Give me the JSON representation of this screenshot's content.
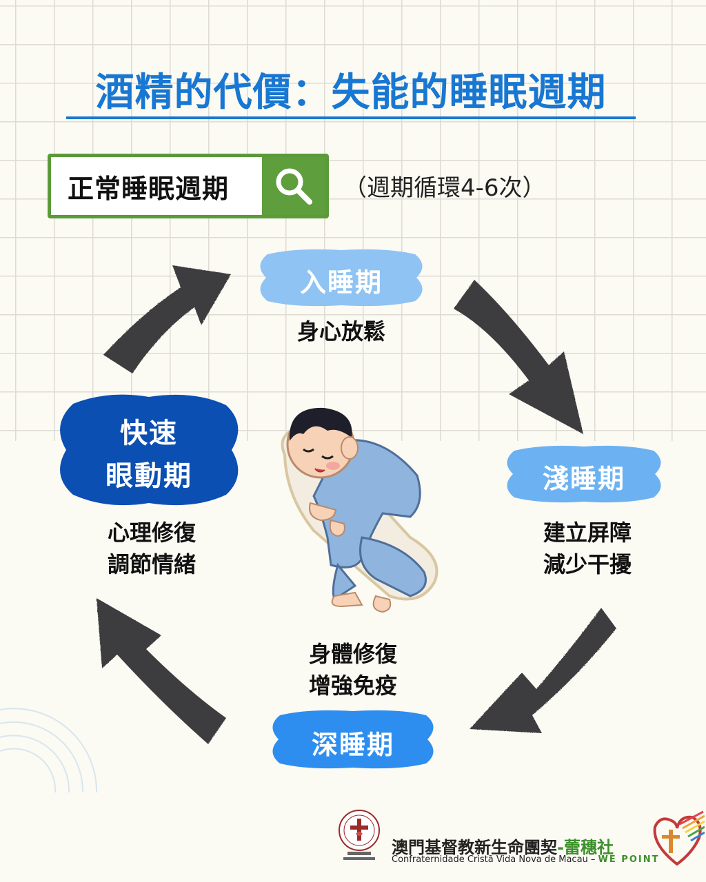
{
  "title": "酒精的代價：失能的睡眠週期",
  "search": {
    "label": "正常睡眠週期",
    "icon": "search-icon"
  },
  "cycle_note": "（週期循環4-6次）",
  "stages": {
    "sleep_onset": {
      "label": "入睡期",
      "caption": [
        "身心放鬆"
      ],
      "color": "#8ec3f3"
    },
    "light_sleep": {
      "label": "淺睡期",
      "caption": [
        "建立屏障",
        "減少干擾"
      ],
      "color": "#6cb2f2"
    },
    "deep_sleep": {
      "label": "深睡期",
      "caption": [
        "身體修復",
        "增強免疫"
      ],
      "color": "#2d8ef0"
    },
    "rem": {
      "label_lines": [
        "快速",
        "眼動期"
      ],
      "caption": [
        "心理修復",
        "調節情緒"
      ],
      "color": "#0b4fb3"
    }
  },
  "footer": {
    "org_name": "澳門基督教新生命團契",
    "brand": "-蕾穗社",
    "org_name_pt": "Confraternidade Cristã Vida Nova de Macau",
    "brand_en": "WE POINT"
  },
  "colors": {
    "title": "#1877d2",
    "arrow": "#3d3d3f",
    "search_green": "#5e9e3c"
  }
}
